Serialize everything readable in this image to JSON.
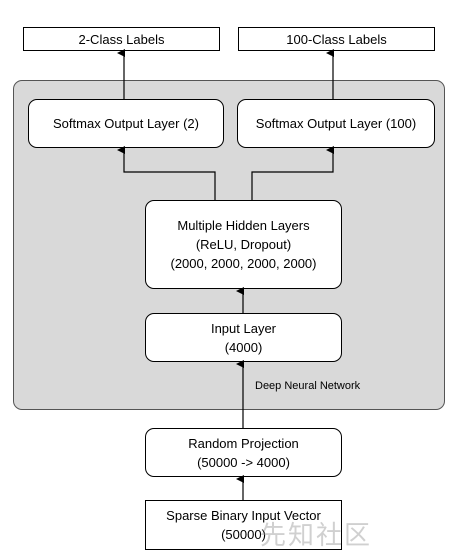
{
  "labels": {
    "left": "2-Class Labels",
    "right": "100-Class Labels"
  },
  "softmax": {
    "left": "Softmax Output Layer (2)",
    "right": "Softmax Output Layer (100)"
  },
  "hidden": {
    "line1": "Multiple Hidden Layers",
    "line2": "(ReLU, Dropout)",
    "line3": "(2000, 2000, 2000, 2000)"
  },
  "input_layer": {
    "line1": "Input Layer",
    "line2": "(4000)"
  },
  "container_caption": "Deep Neural Network",
  "projection": {
    "line1": "Random Projection",
    "line2": "(50000 -> 4000)"
  },
  "sparse": {
    "line1": "Sparse Binary Input Vector",
    "line2": "(50000)"
  },
  "watermark": "先知社区"
}
